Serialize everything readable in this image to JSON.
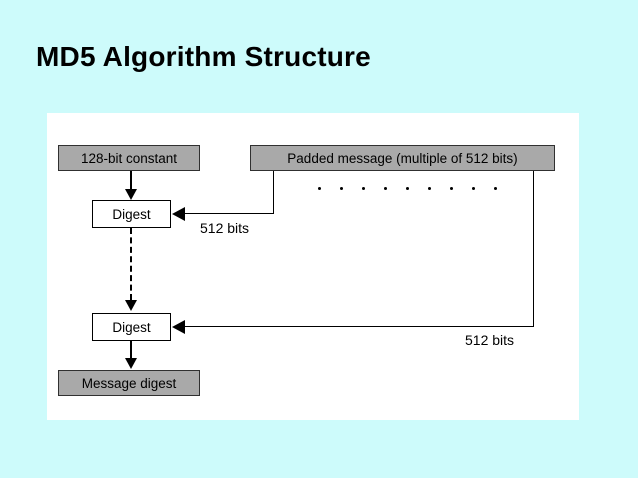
{
  "slide": {
    "title": "MD5 Algorithm Structure",
    "background_color": "#cdfbfb",
    "panel_color": "#ffffff"
  },
  "diagram": {
    "type": "flow-diagram",
    "nodes": [
      {
        "id": "iv",
        "label": "128-bit constant",
        "style": "gray"
      },
      {
        "id": "padded",
        "label": "Padded message (multiple of 512 bits)",
        "style": "gray"
      },
      {
        "id": "digest1",
        "label": "Digest",
        "style": "white"
      },
      {
        "id": "digest2",
        "label": "Digest",
        "style": "white"
      },
      {
        "id": "output",
        "label": "Message digest",
        "style": "gray"
      }
    ],
    "edge_labels": [
      {
        "id": "block1",
        "text": "512 bits"
      },
      {
        "id": "blockn",
        "text": "512 bits"
      }
    ],
    "ellipsis_dot_count": 9,
    "colors": {
      "node_gray_fill": "#a9a9a9",
      "node_white_fill": "#ffffff",
      "stroke": "#000000"
    }
  }
}
